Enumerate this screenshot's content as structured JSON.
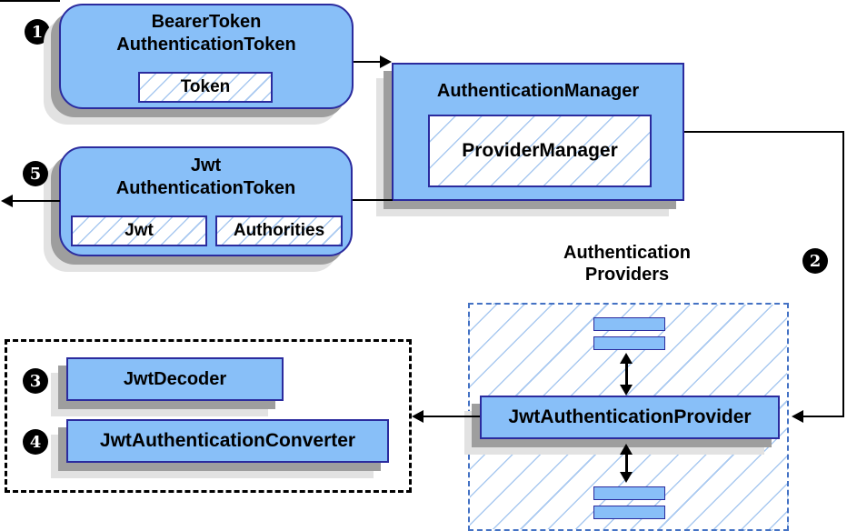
{
  "diagram": {
    "bearer_token": {
      "line1": "BearerToken",
      "line2": "AuthenticationToken",
      "field": "Token"
    },
    "authentication_manager": {
      "title": "AuthenticationManager",
      "inner": "ProviderManager"
    },
    "jwt_authentication_token": {
      "line1": "Jwt",
      "line2": "AuthenticationToken",
      "field1": "Jwt",
      "field2": "Authorities"
    },
    "authentication_providers": {
      "line1": "Authentication",
      "line2": "Providers"
    },
    "jwt_authentication_provider": {
      "title": "JwtAuthenticationProvider"
    },
    "jwt_decoder": {
      "title": "JwtDecoder"
    },
    "jwt_authentication_converter": {
      "title": "JwtAuthenticationConverter"
    },
    "steps": {
      "step1": "1",
      "step2": "2",
      "step3": "3",
      "step4": "4",
      "step5": "5"
    },
    "colors": {
      "box_fill": "#88BFF8",
      "box_border": "#2B2B9E",
      "hatch_line": "#A9C9F0",
      "provider_border": "#4472C4",
      "shadow_dark": "#9E9E9E",
      "shadow_light": "#E2E2E2",
      "line": "#000000"
    }
  }
}
